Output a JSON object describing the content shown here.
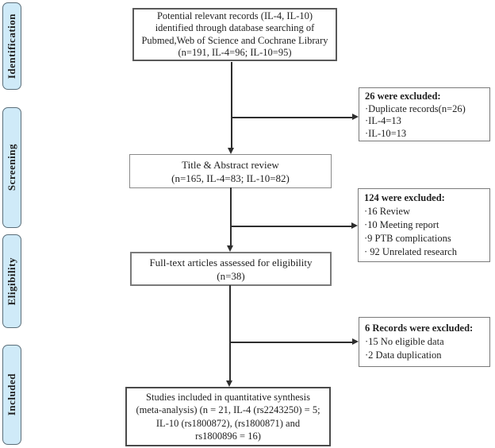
{
  "palette": {
    "background": "#ffffff",
    "stage_fill": "#cfeaf8",
    "stage_border": "#5b6e79",
    "box_border": "#5a5a5a",
    "line_color": "#2e2e2e",
    "text_color": "#1f1f1f"
  },
  "stages": [
    {
      "label": "Identification"
    },
    {
      "label": "Screening"
    },
    {
      "label": "Eligibility"
    },
    {
      "label": "Included"
    }
  ],
  "flow": {
    "records_identified": {
      "lines": [
        "Potential relevant records (IL-4, IL-10)",
        "identified through database searching of",
        "Pubmed,Web of Science and Cochrane Library",
        "(n=191, IL-4=96; IL-10=95)"
      ]
    },
    "title_abstract_review": {
      "lines": [
        "Title & Abstract review",
        "(n=165, IL-4=83; IL-10=82)"
      ]
    },
    "full_text_assessed": {
      "lines": [
        "Full-text articles assessed for eligibility",
        "(n=38)"
      ]
    },
    "studies_included": {
      "lines": [
        "Studies included in quantitative synthesis",
        "(meta-analysis) (n = 21, IL-4 (rs2243250) = 5;",
        "IL-10 (rs1800872), (rs1800871) and",
        "rs1800896 = 16)"
      ]
    }
  },
  "exclusions": [
    {
      "header": "26 were excluded:",
      "items": [
        "·Duplicate records(n=26)",
        "·IL-4=13",
        "·IL-10=13"
      ]
    },
    {
      "header": "124 were excluded:",
      "items": [
        "·16 Review",
        "·10 Meeting report",
        "·9 PTB complications",
        "· 92 Unrelated research"
      ]
    },
    {
      "header": "6 Records were excluded:",
      "items": [
        "·15 No eligible data",
        "·2 Data duplication"
      ]
    }
  ]
}
